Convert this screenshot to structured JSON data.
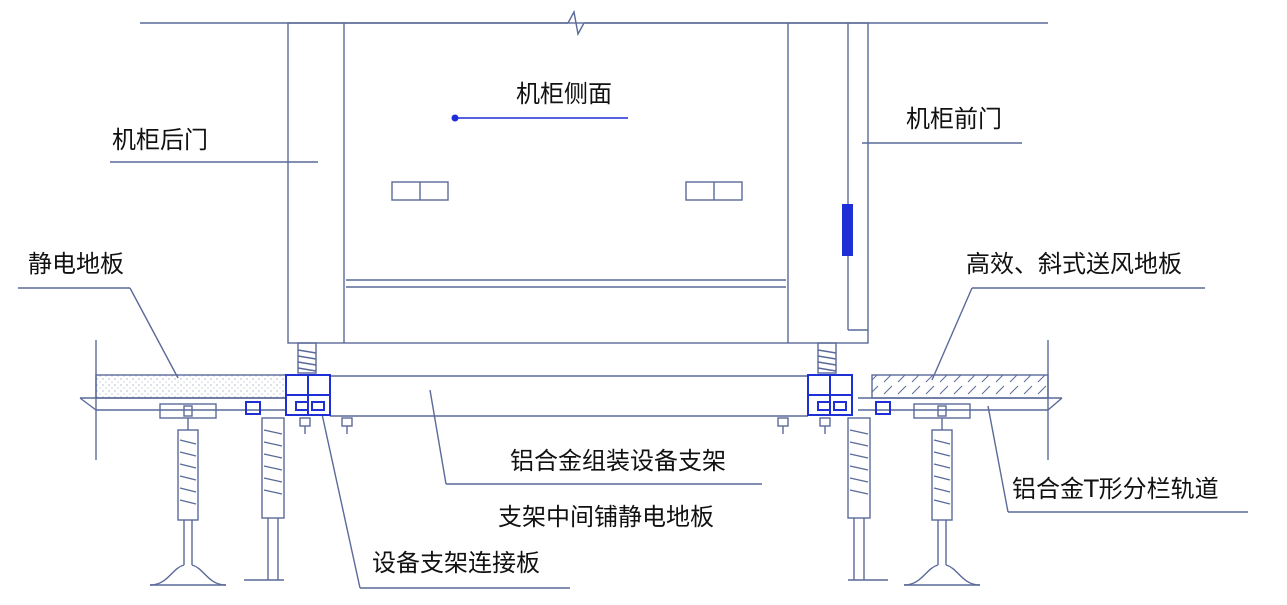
{
  "labels": {
    "cabinet_side": "机柜侧面",
    "cabinet_rear_door": "机柜后门",
    "cabinet_front_door": "机柜前门",
    "antistatic_floor": "静电地板",
    "efficient_vent_floor": "高效、斜式送风地板",
    "aluminum_support": "铝合金组装设备支架",
    "aluminum_t_rail": "铝合金T形分栏轨道",
    "middle_floor": "支架中间铺静电地板",
    "support_connector": "设备支架连接板"
  },
  "colors": {
    "line": "#5a6a99",
    "accent_blue": "#1f2fd6",
    "text": "#111111"
  }
}
